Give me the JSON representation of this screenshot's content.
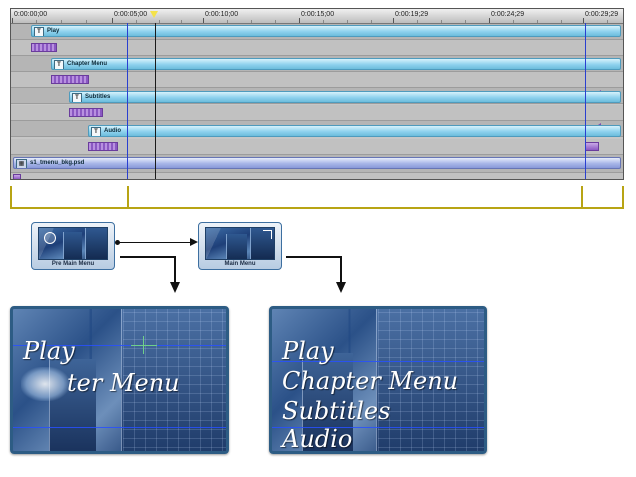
{
  "timeline": {
    "ruler_labels": [
      "0:00:00;00",
      "0:00:05;00",
      "0:00:10;00",
      "0:00:15;00",
      "0:00:19;29",
      "0:00:24;29",
      "0:00:29;29"
    ],
    "tracks": {
      "play": "Play",
      "chapter_menu": "Chapter Menu",
      "subtitles": "Subtitles",
      "audio": "Audio",
      "background": "s1_tmenu_bkg.psd"
    },
    "clip_icons": {
      "text_clip": "text-layer-icon",
      "image_clip": "image-layer-icon"
    },
    "colors": {
      "clip_fill": "#8fd2ee",
      "motion_fill": "#8c58c4",
      "work_area_line": "#2a3fd0",
      "bracket": "#b8a414"
    }
  },
  "menus": {
    "pre_main_label": "Pre Main Menu",
    "main_label": "Main Menu"
  },
  "preview_left": {
    "line1": "Play",
    "line2": "ter Menu"
  },
  "preview_right": {
    "line1": "Play",
    "line2": "Chapter Menu",
    "line3": "Subtitles",
    "line4": "Audio"
  }
}
